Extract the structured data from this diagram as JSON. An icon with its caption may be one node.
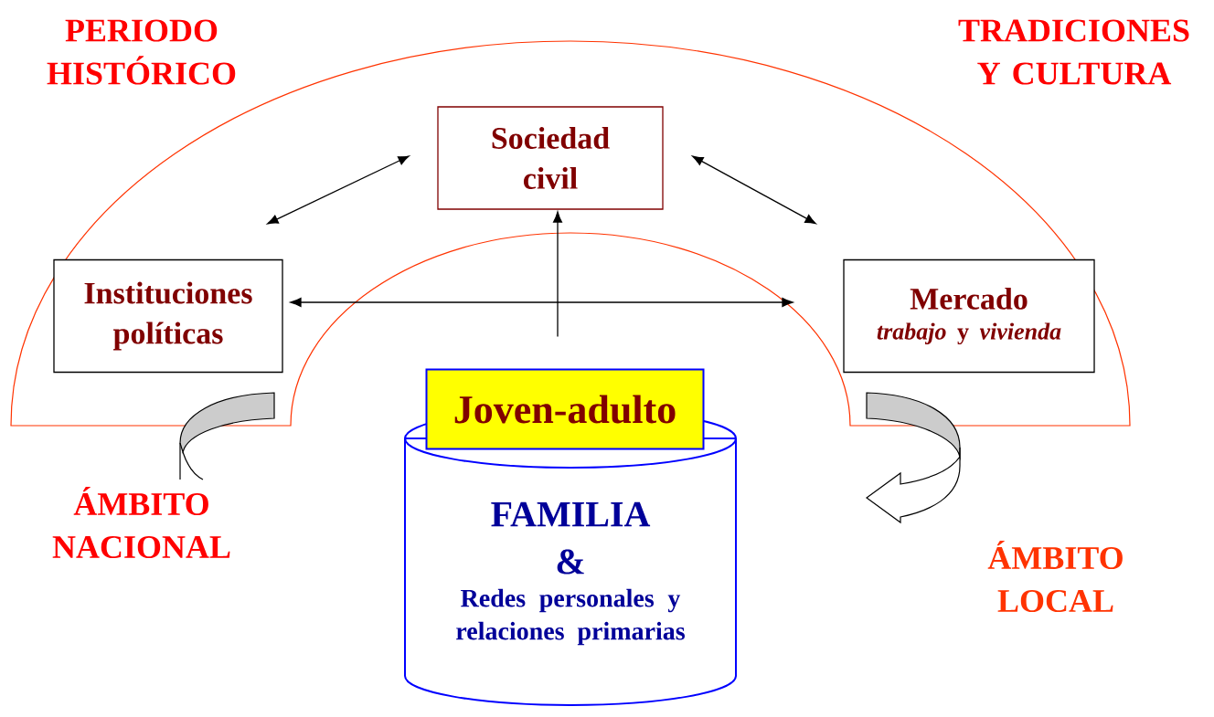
{
  "diagram": {
    "nodes": [
      {
        "text": [
          "Sociedad civil"
        ]
      },
      {
        "text": [
          "Instituciones políticas"
        ]
      },
      {
        "text": [
          "Mercado",
          "*trabajo* y *vivienda*"
        ]
      },
      {
        "text": [
          "FAMILIA",
          "&",
          "Redes personales y relaciones primarias"
        ]
      },
      {
        "text": [
          "Joven-adulto"
        ]
      }
    ],
    "edges": [
      {
        "from": 1,
        "to": 0,
        "arrow": "both"
      },
      {
        "from": 0,
        "to": 2,
        "arrow": "both"
      },
      {
        "from": 1,
        "to": 2,
        "arrow": "both"
      },
      {
        "from": 4,
        "to": 0,
        "arrow": "to"
      }
    ],
    "labels": [
      "PERIODO HISTÓRICO",
      "TRADICIONES Y CULTURA",
      "ÁMBITO NACIONAL",
      "ÁMBITO LOCAL"
    ]
  }
}
